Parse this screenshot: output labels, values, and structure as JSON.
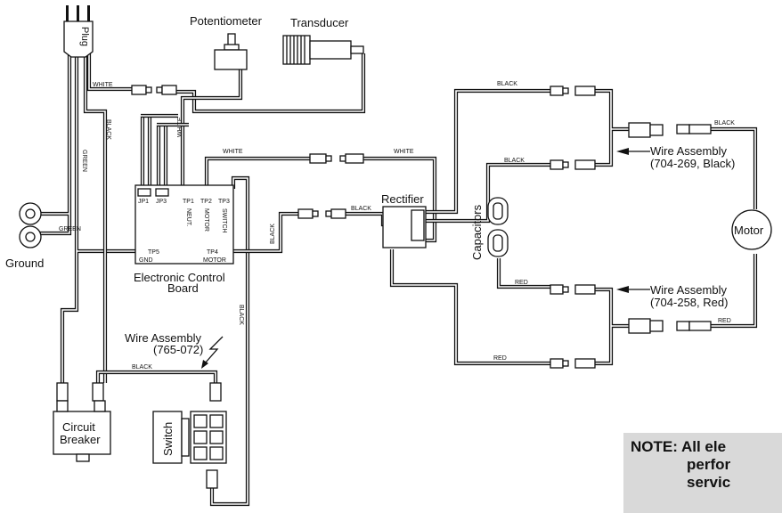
{
  "labels": {
    "plug": "Plug",
    "potentiometer": "Potentiometer",
    "transducer": "Transducer",
    "ground": "Ground",
    "board_line1": "Electronic Control",
    "board_line2": "Board",
    "rectifier": "Rectifier",
    "capacitors": "Capacitors",
    "motor": "Motor",
    "wa_black_line1": "Wire Assembly",
    "wa_black_line2": "(704-269, Black)",
    "wa_red_line1": "Wire Assembly",
    "wa_red_line2": "(704-258, Red)",
    "wa_765_line1": "Wire Assembly",
    "wa_765_line2": "(765-072)",
    "cb_line1": "Circuit",
    "cb_line2": "Breaker",
    "switch": "Switch"
  },
  "wire_labels": {
    "white_plug": "WHITE",
    "black_plug": "BLACK",
    "green_plug": "GREEN",
    "green_ground": "GREEN",
    "white_board_vertical": "WHITE",
    "white_top": "WHITE",
    "white_top_right": "WHITE",
    "black_tp4": "BLACK",
    "black_rectifier": "BLACK",
    "black_cap_top": "BLACK",
    "black_motor": "BLACK",
    "black_cap_mid": "BLACK",
    "red_cap": "RED",
    "red_bottom": "RED",
    "red_motor": "RED",
    "black_vertical_right": "BLACK",
    "black_cb": "BLACK"
  },
  "terminals": {
    "jp1": "JP1",
    "jp3": "JP3",
    "tp1": "TP1",
    "tp2": "TP2",
    "tp3": "TP3",
    "neut": "NEUT.",
    "motor_lbl": "MOTOR",
    "switch_lbl": "SWITCH",
    "tp5": "TP5",
    "gnd": "GND",
    "tp4": "TP4",
    "motor_tp4": "MOTOR"
  },
  "note": {
    "line1": "NOTE:  All ele",
    "line2": "perfor",
    "line3": "servic"
  }
}
